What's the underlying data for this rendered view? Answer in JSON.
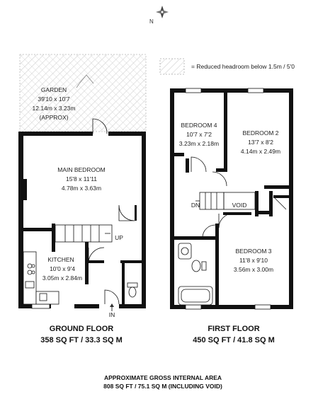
{
  "compass": {
    "label": "N"
  },
  "legend": {
    "text": "= Reduced headroom below 1.5m / 5'0"
  },
  "ground_floor": {
    "rooms": {
      "garden": {
        "name": "GARDEN",
        "imperial": "39'10 x 10'7",
        "metric": "12.14m x 3.23m",
        "note": "(APPROX)"
      },
      "main_bedroom": {
        "name": "MAIN BEDROOM",
        "imperial": "15'8 x 11'11",
        "metric": "4.78m x 3.63m"
      },
      "kitchen": {
        "name": "KITCHEN",
        "imperial": "10'0 x 9'4",
        "metric": "3.05m x 2.84m"
      }
    },
    "stair_label": "UP",
    "entrance_label": "IN",
    "title": "GROUND FLOOR",
    "area": "358 SQ FT / 33.3 SQ M"
  },
  "first_floor": {
    "rooms": {
      "bedroom4": {
        "name": "BEDROOM 4",
        "imperial": "10'7 x 7'2",
        "metric": "3.23m x 2.18m"
      },
      "bedroom2": {
        "name": "BEDROOM 2",
        "imperial": "13'7 x 8'2",
        "metric": "4.14m x 2.49m"
      },
      "bedroom3": {
        "name": "BEDROOM 3",
        "imperial": "11'8 x 9'10",
        "metric": "3.56m x 3.00m"
      }
    },
    "stair_label": "DN",
    "void_label": "VOID",
    "title": "FIRST FLOOR",
    "area": "450 SQ FT / 41.8 SQ M"
  },
  "footer": {
    "line1": "APPROXIMATE GROSS INTERNAL AREA",
    "line2": "808 SQ FT / 75.1 SQ M  (INCLUDING VOID)"
  }
}
